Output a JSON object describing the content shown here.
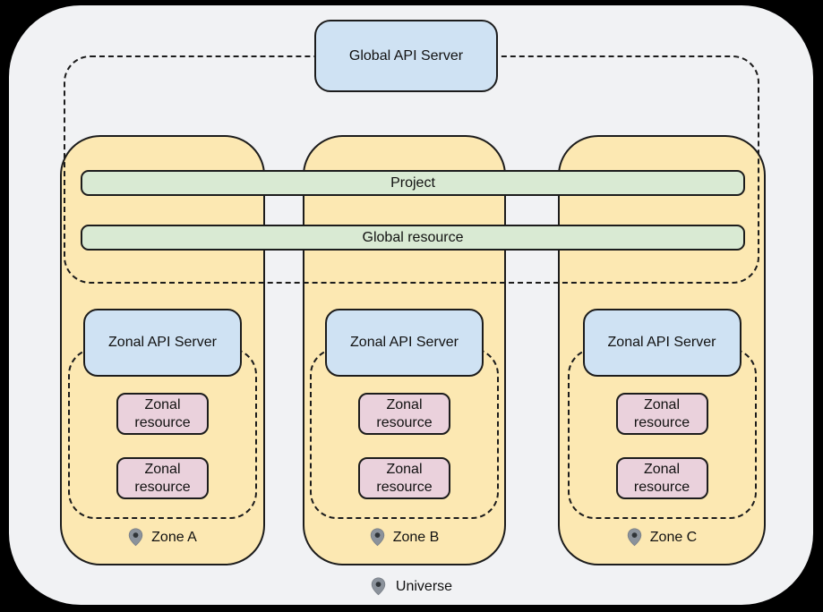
{
  "diagram": {
    "global_api_server_label": "Global API Server",
    "project_bar_label": "Project",
    "global_resource_bar_label": "Global resource",
    "zones": [
      {
        "label": "Zone A",
        "api_server_label": "Zonal API Server",
        "resources": [
          "Zonal resource",
          "Zonal resource"
        ]
      },
      {
        "label": "Zone B",
        "api_server_label": "Zonal API Server",
        "resources": [
          "Zonal resource",
          "Zonal resource"
        ]
      },
      {
        "label": "Zone C",
        "api_server_label": "Zonal API Server",
        "resources": [
          "Zonal resource",
          "Zonal resource"
        ]
      }
    ],
    "universe_label": "Universe"
  },
  "colors": {
    "background": "#000000",
    "universe_fill": "#f1f2f4",
    "zone_fill": "#fce8b2",
    "api_server_fill": "#cfe2f3",
    "global_scope_fill": "#d9ead3",
    "zonal_resource_fill": "#ead1dc",
    "stroke": "#1c1c1c",
    "pin_gray": "#8b929b",
    "pin_dot": "#2f3438"
  }
}
